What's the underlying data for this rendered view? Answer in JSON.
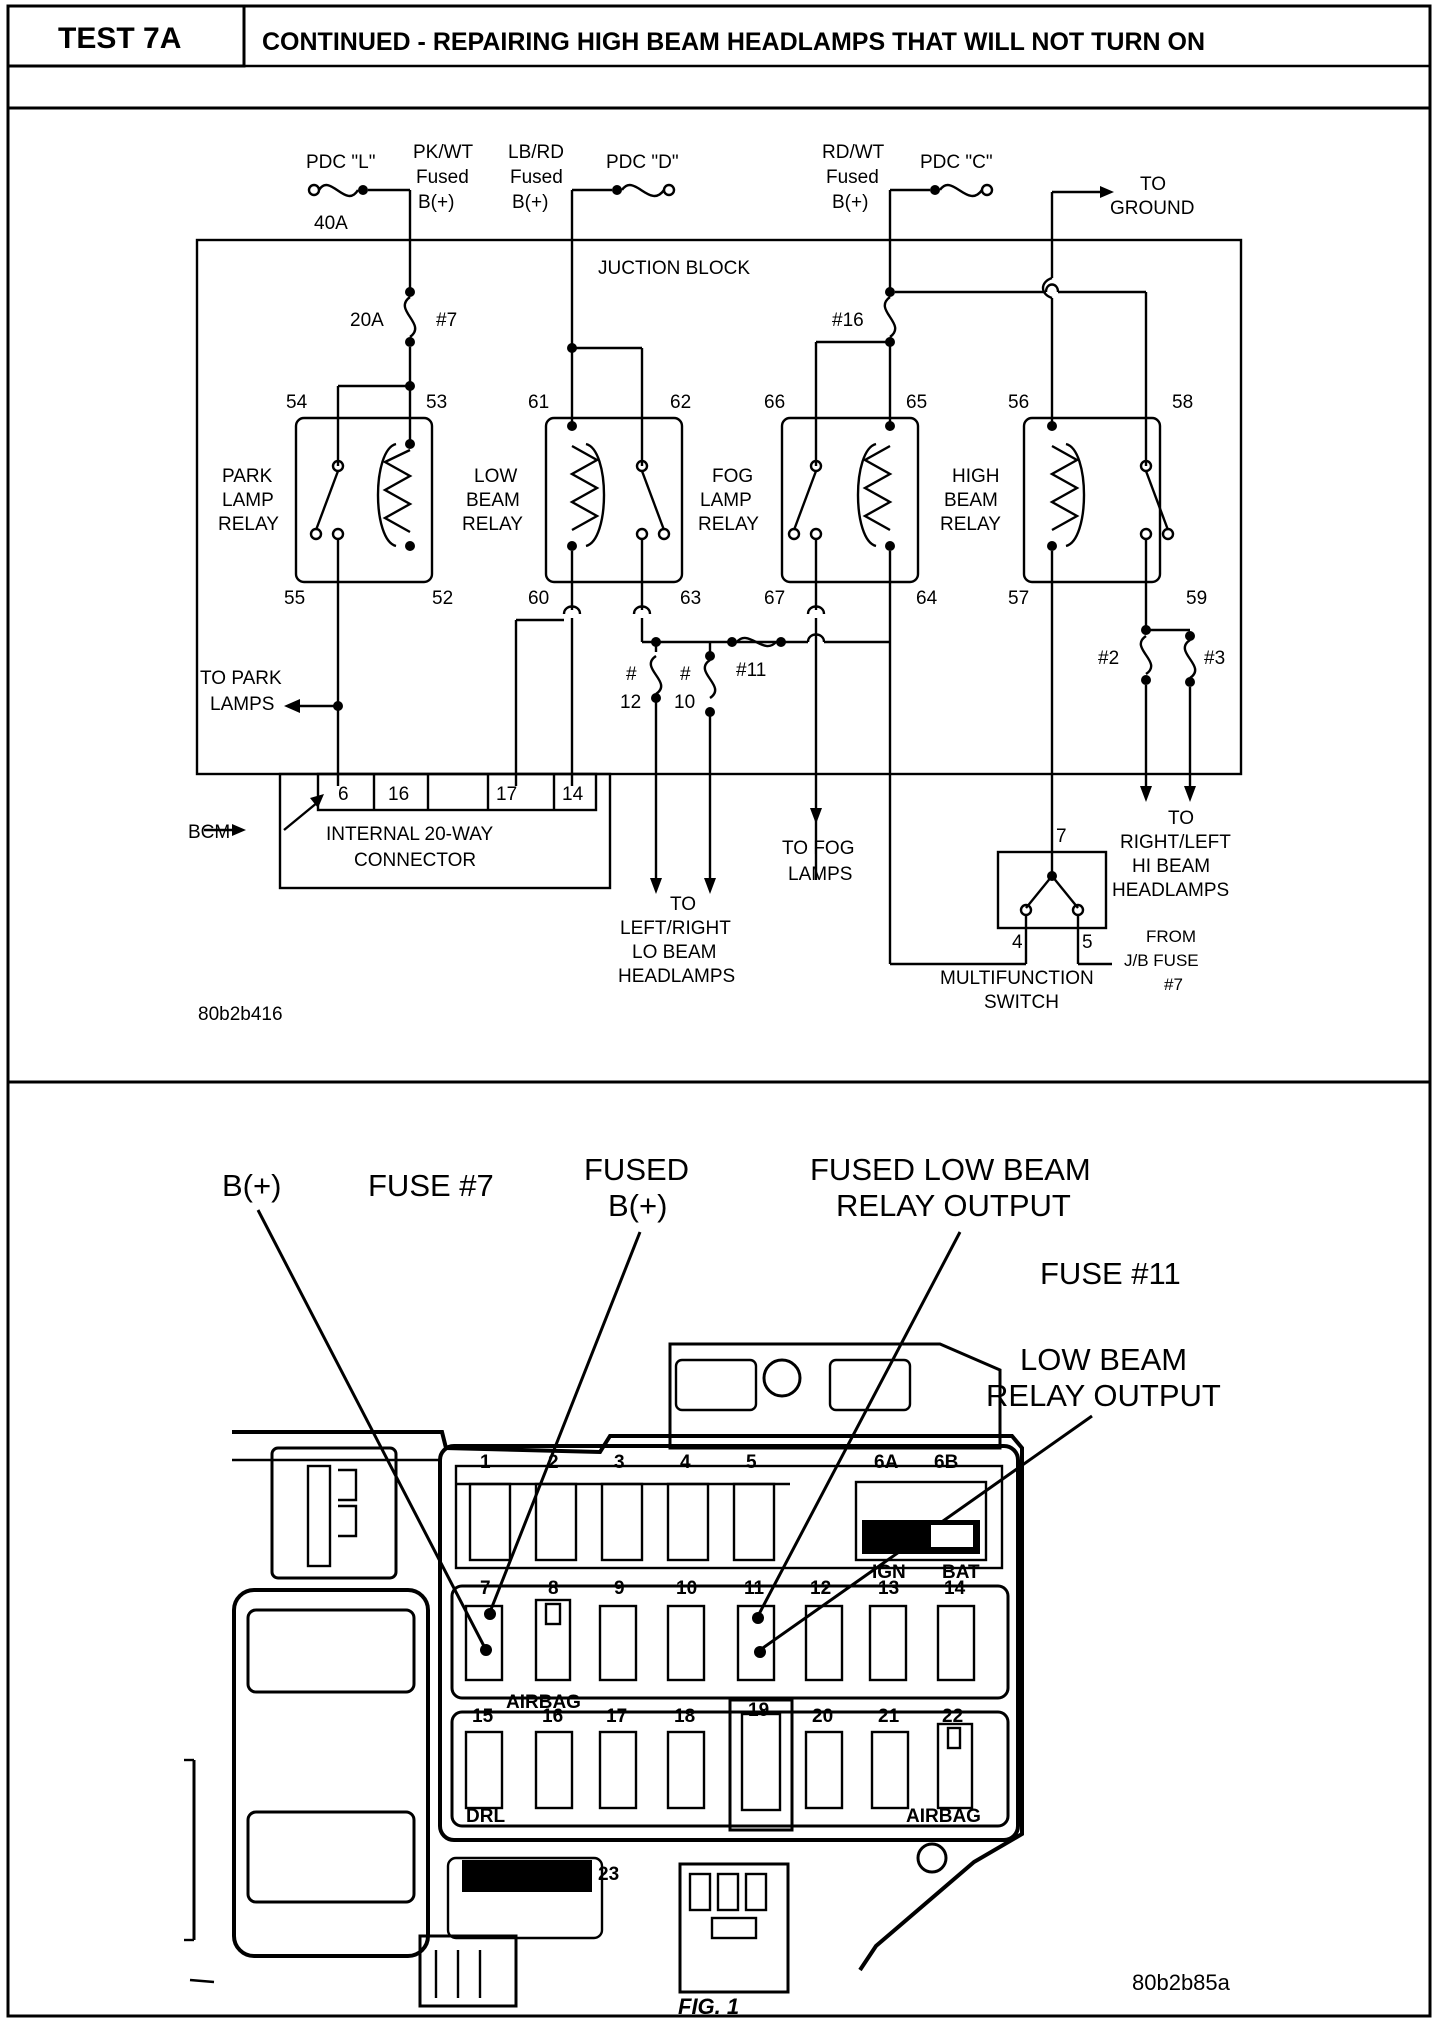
{
  "header": {
    "test_id": "TEST 7A",
    "title": "CONTINUED - REPAIRING HIGH BEAM HEADLAMPS THAT WILL NOT TURN ON"
  },
  "schematic": {
    "sources": {
      "pdc_l": "PDC \"L\"",
      "pdc_l_amps": "40A",
      "pkwt_1": "PK/WT",
      "pkwt_2": "Fused",
      "pkwt_3": "B(+)",
      "lbrd_1": "LB/RD",
      "lbrd_2": "Fused",
      "lbrd_3": "B(+)",
      "pdc_d": "PDC \"D\"",
      "rdwt_1": "RD/WT",
      "rdwt_2": "Fused",
      "rdwt_3": "B(+)",
      "pdc_c": "PDC \"C\"",
      "to_ground_1": "TO",
      "to_ground_2": "GROUND"
    },
    "junction_block_label": "JUCTION BLOCK",
    "fuse_20a": "20A",
    "fuse_7": "#7",
    "fuse_16": "#16",
    "relays": {
      "park": {
        "l1": "PARK",
        "l2": "LAMP",
        "l3": "RELAY",
        "p_tl": "54",
        "p_tr": "53",
        "p_bl": "55",
        "p_br": "52"
      },
      "low": {
        "l1": "LOW",
        "l2": "BEAM",
        "l3": "RELAY",
        "p_tl": "61",
        "p_tr": "62",
        "p_bl": "60",
        "p_br": "63"
      },
      "fog": {
        "l1": "FOG",
        "l2": "LAMP",
        "l3": "RELAY",
        "p_tl": "66",
        "p_tr": "65",
        "p_bl": "67",
        "p_br": "64"
      },
      "high": {
        "l1": "HIGH",
        "l2": "BEAM",
        "l3": "RELAY",
        "p_tl": "56",
        "p_tr": "58",
        "p_bl": "57",
        "p_br": "59"
      }
    },
    "fuse12_a": "#",
    "fuse12_b": "12",
    "fuse10_a": "#",
    "fuse10_b": "10",
    "fuse11": "#11",
    "fuse2": "#2",
    "fuse3": "#3",
    "to_park_1": "TO PARK",
    "to_park_2": "LAMPS",
    "connector": {
      "pins": [
        "6",
        "16",
        "",
        "17",
        "14"
      ],
      "bcm": "BCM",
      "label1": "INTERNAL 20-WAY",
      "label2": "CONNECTOR"
    },
    "to_lo_1": "TO",
    "to_lo_2": "LEFT/RIGHT",
    "to_lo_3": "LO BEAM",
    "to_lo_4": "HEADLAMPS",
    "to_fog_1": "TO FOG",
    "to_fog_2": "LAMPS",
    "to_hi_1": "TO",
    "to_hi_2": "RIGHT/LEFT",
    "to_hi_3": "HI BEAM",
    "to_hi_4": "HEADLAMPS",
    "mfs_pin7": "7",
    "mfs_pin4": "4",
    "mfs_pin5": "5",
    "mfs_1": "MULTIFUNCTION",
    "mfs_2": "SWITCH",
    "from_jb_1": "FROM",
    "from_jb_2": "J/B FUSE",
    "from_jb_3": "#7",
    "figure_id": "80b2b416"
  },
  "fusebox": {
    "callouts": {
      "bplus": "B(+)",
      "fuse7": "FUSE #7",
      "fused_b_1": "FUSED",
      "fused_b_2": "B(+)",
      "fused_low_1": "FUSED LOW BEAM",
      "fused_low_2": "RELAY OUTPUT",
      "fuse11": "FUSE #11",
      "low_out_1": "LOW BEAM",
      "low_out_2": "RELAY OUTPUT"
    },
    "row1": [
      "1",
      "2",
      "3",
      "4",
      "5"
    ],
    "row1_extra": [
      "6A",
      "6B"
    ],
    "ign": "IGN",
    "bat": "BAT",
    "row2": [
      "7",
      "8",
      "9",
      "10",
      "11",
      "12",
      "13",
      "14"
    ],
    "airbag_row2": "AIRBAG",
    "row3": [
      "15",
      "16",
      "17",
      "18",
      "19",
      "20",
      "21",
      "22"
    ],
    "drl": "DRL",
    "airbag_row3": "AIRBAG",
    "fuse23": "23",
    "figure_id": "80b2b85a",
    "caption": "FIG. 1"
  }
}
